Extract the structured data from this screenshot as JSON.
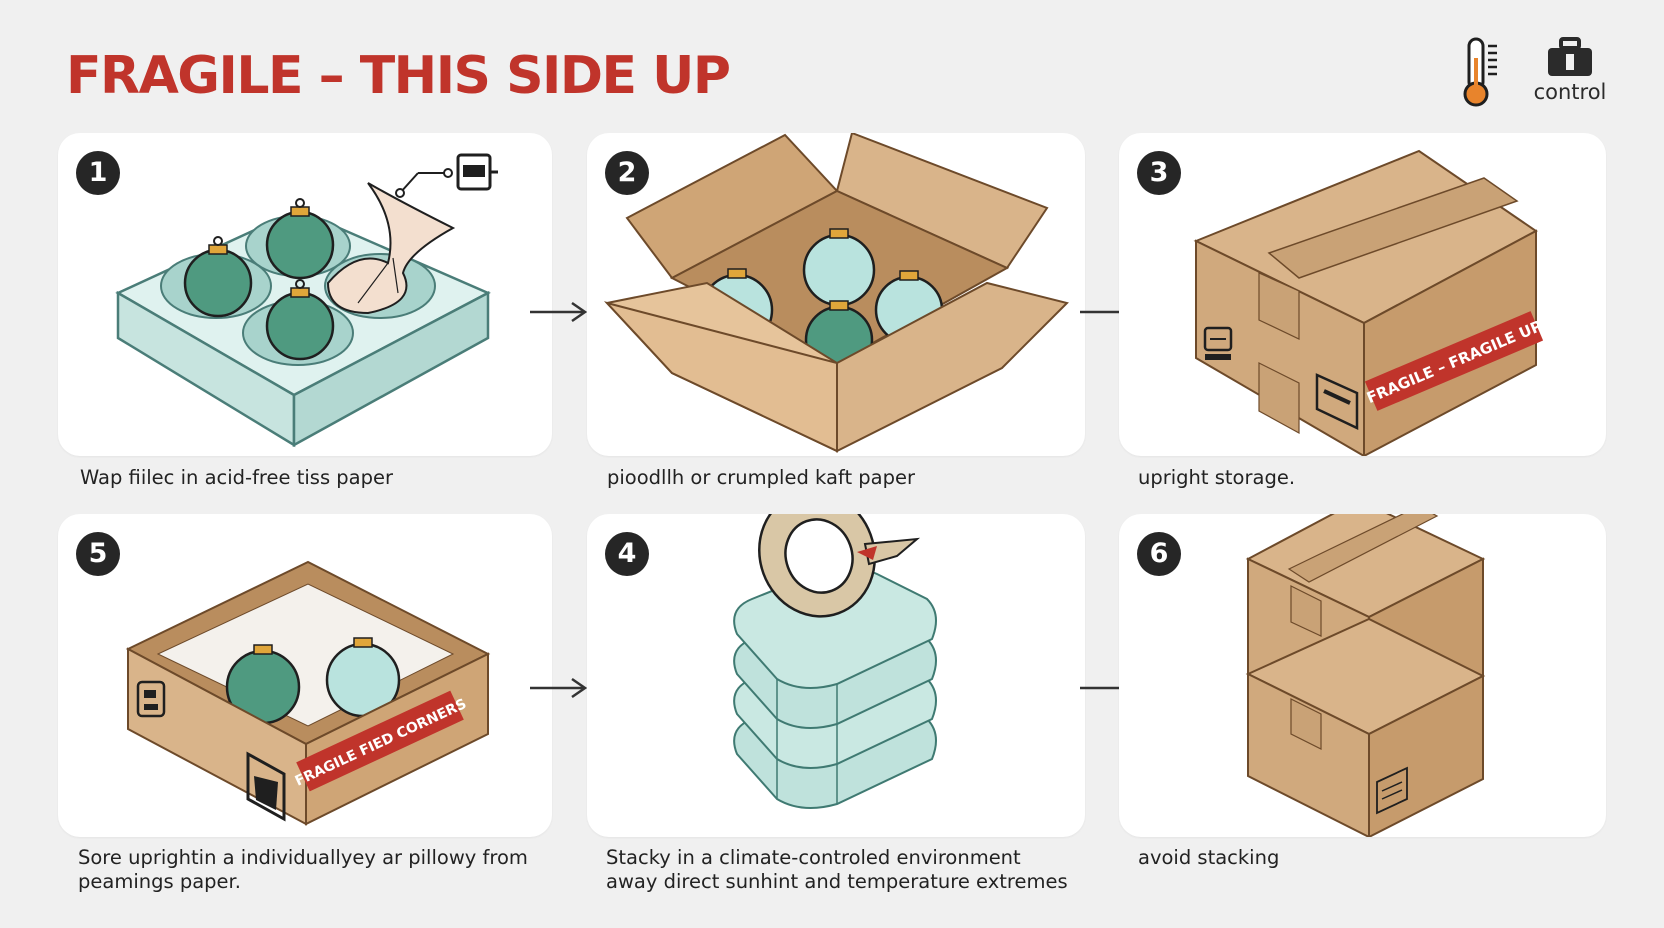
{
  "header": {
    "title": "FRAGILE – THIS SIDE UP",
    "control_label": "control"
  },
  "steps": [
    {
      "number": "1",
      "caption": "Wap fiilec in acid-free tiss paper",
      "box_label": ""
    },
    {
      "number": "2",
      "caption": "pioodllh or crumpled kaft paper",
      "box_label": ""
    },
    {
      "number": "3",
      "caption": "upright storage.",
      "box_label": "FRAGILE – FRAGILE UP"
    },
    {
      "number": "5",
      "caption": "Sore uprightin a individuallyey ar pillowy from peamings paper.",
      "box_label": "FRAGILE FIED CORNERS"
    },
    {
      "number": "4",
      "caption": "Stacky in a climate-controled environment away direct sunhint and temperature extremes",
      "box_label": ""
    },
    {
      "number": "6",
      "caption": "avoid stacking",
      "box_label": ""
    }
  ],
  "colors": {
    "title_red": "#c0342b",
    "cardboard": "#d9b48a",
    "ornament_green": "#4f9a80",
    "ornament_light": "#b9e3de",
    "tray": "#d3ece8",
    "label_red": "#c0342b"
  },
  "icons": {
    "thermometer": "thermometer-icon",
    "control": "toolbox-icon",
    "arrow": "arrow-right-icon"
  }
}
